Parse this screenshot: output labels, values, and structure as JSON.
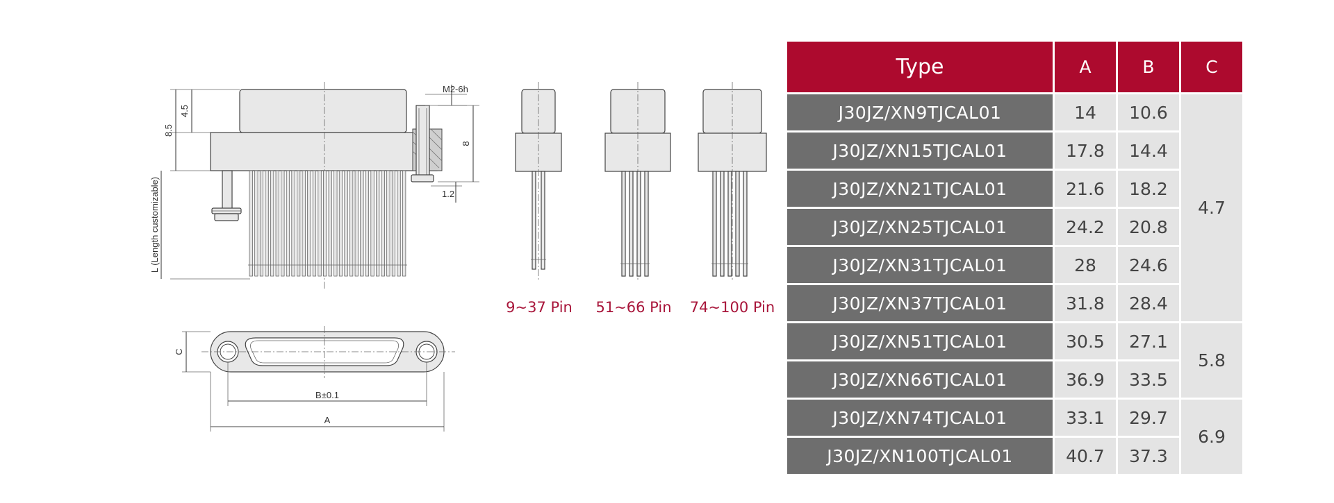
{
  "drawing": {
    "dims": {
      "thread": "M2-6h",
      "d45": "4.5",
      "d85": "8.5",
      "d8": "8",
      "d12": "1.2",
      "length": "L (Length customizable)",
      "c": "C",
      "b": "B±0.1",
      "a": "A"
    },
    "pin_labels": [
      "9~37 Pin",
      "51~66 Pin",
      "74~100 Pin"
    ]
  },
  "table": {
    "headers": {
      "type": "Type",
      "a": "A",
      "b": "B",
      "c": "C"
    },
    "rows": [
      {
        "type": "J30JZ/XN9TJCAL01",
        "a": "14",
        "b": "10.6"
      },
      {
        "type": "J30JZ/XN15TJCAL01",
        "a": "17.8",
        "b": "14.4"
      },
      {
        "type": "J30JZ/XN21TJCAL01",
        "a": "21.6",
        "b": "18.2"
      },
      {
        "type": "J30JZ/XN25TJCAL01",
        "a": "24.2",
        "b": "20.8"
      },
      {
        "type": "J30JZ/XN31TJCAL01",
        "a": "28",
        "b": "24.6"
      },
      {
        "type": "J30JZ/XN37TJCAL01",
        "a": "31.8",
        "b": "28.4"
      },
      {
        "type": "J30JZ/XN51TJCAL01",
        "a": "30.5",
        "b": "27.1"
      },
      {
        "type": "J30JZ/XN66TJCAL01",
        "a": "36.9",
        "b": "33.5"
      },
      {
        "type": "J30JZ/XN74TJCAL01",
        "a": "33.1",
        "b": "29.7"
      },
      {
        "type": "J30JZ/XN100TJCAL01",
        "a": "40.7",
        "b": "37.3"
      }
    ],
    "c_groups": [
      "4.7",
      "5.8",
      "6.9"
    ]
  }
}
